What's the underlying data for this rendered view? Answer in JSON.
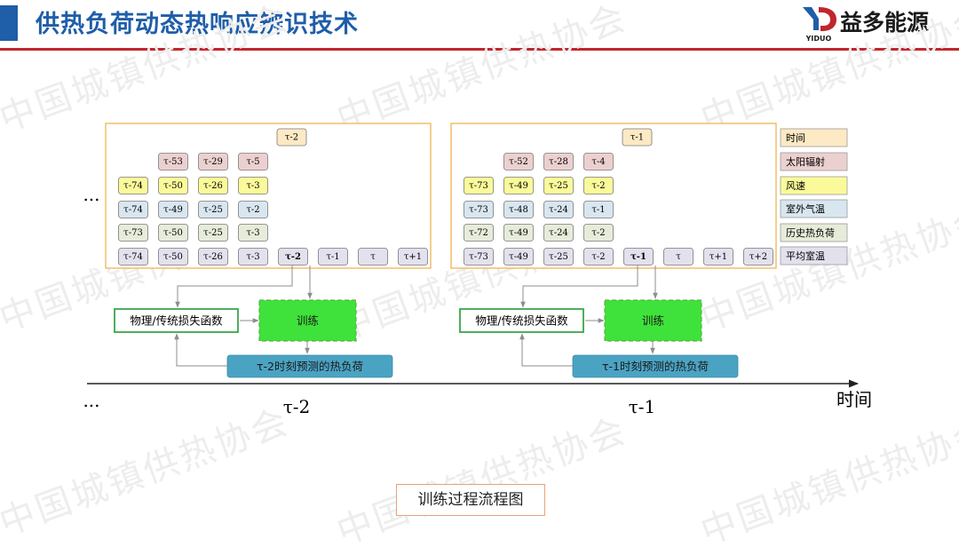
{
  "header": {
    "title": "供热负荷动态热响应辨识技术",
    "brand": "益多能源",
    "logo_text": "YIDUO",
    "accent_color": "#1f5ea8",
    "rule_color": "#c0262d"
  },
  "watermark": "中国城镇供热协会",
  "legend": [
    "时间",
    "太阳辐射",
    "风速",
    "室外气温",
    "历史热负荷",
    "平均室温"
  ],
  "colors": {
    "time": "#fde9c4",
    "solar": "#ecd0d0",
    "wind": "#fbfa9a",
    "outdoor": "#d8e6ef",
    "history": "#e6ecd9",
    "indoor": "#e4e1ee",
    "panel_border": "#f0b450",
    "train_fill": "#3fe23a",
    "pred_fill": "#4ba3c3",
    "loss_border": "#3aa64b"
  },
  "panels": [
    {
      "top_label": "τ-2",
      "rows": [
        [
          "τ-53",
          "τ-29",
          "τ-5"
        ],
        [
          "τ-74",
          "τ-50",
          "τ-26",
          "τ-3"
        ],
        [
          "τ-74",
          "τ-49",
          "τ-25",
          "τ-2"
        ],
        [
          "τ-73",
          "τ-50",
          "τ-25",
          "τ-3"
        ],
        [
          "τ-74",
          "τ-50",
          "τ-26",
          "τ-3",
          "τ-2",
          "τ-1",
          "τ",
          "τ+1"
        ]
      ],
      "loss_label": "物理/传统损失函数",
      "train_label": "训练",
      "pred_label": "τ-2时刻预测的热负荷",
      "axis_label": "τ-2"
    },
    {
      "top_label": "τ-1",
      "rows": [
        [
          "τ-52",
          "τ-28",
          "τ-4"
        ],
        [
          "τ-73",
          "τ-49",
          "τ-25",
          "τ-2"
        ],
        [
          "τ-73",
          "τ-48",
          "τ-24",
          "τ-1"
        ],
        [
          "τ-72",
          "τ-49",
          "τ-24",
          "τ-2"
        ],
        [
          "τ-73",
          "τ-49",
          "τ-25",
          "τ-2",
          "τ-1",
          "τ",
          "τ+1",
          "τ+2"
        ]
      ],
      "loss_label": "物理/传统损失函数",
      "train_label": "训练",
      "pred_label": "τ-1时刻预测的热负荷",
      "axis_label": "τ-1"
    }
  ],
  "ellipsis": "...",
  "axis_title": "时间",
  "caption": "训练过程流程图"
}
